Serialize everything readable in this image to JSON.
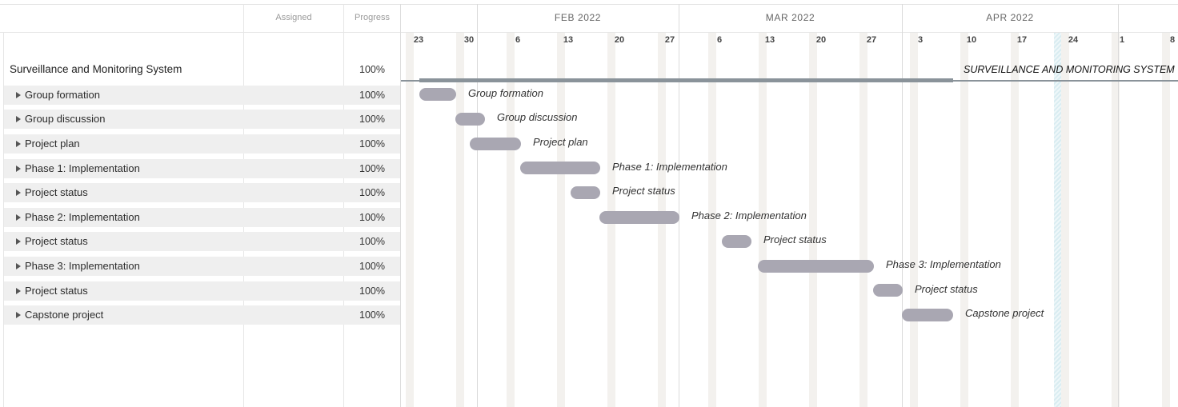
{
  "grid": {
    "columns": {
      "assigned": "Assigned",
      "progress": "Progress"
    },
    "project": {
      "name": "Surveillance and Monitoring System",
      "progress": "100%"
    },
    "tasks": [
      {
        "name": "Group formation",
        "progress": "100%"
      },
      {
        "name": "Group discussion",
        "progress": "100%"
      },
      {
        "name": "Project plan",
        "progress": "100%"
      },
      {
        "name": "Phase 1: Implementation",
        "progress": "100%"
      },
      {
        "name": "Project status",
        "progress": "100%"
      },
      {
        "name": "Phase 2: Implementation",
        "progress": "100%"
      },
      {
        "name": "Project status",
        "progress": "100%"
      },
      {
        "name": "Phase 3: Implementation",
        "progress": "100%"
      },
      {
        "name": "Project status",
        "progress": "100%"
      },
      {
        "name": "Capstone project",
        "progress": "100%"
      }
    ]
  },
  "timeline": {
    "months": [
      "FEB 2022",
      "MAR 2022",
      "APR 2022"
    ],
    "week_labels": [
      "23",
      "30",
      "6",
      "13",
      "20",
      "27",
      "6",
      "13",
      "20",
      "27",
      "3",
      "10",
      "17",
      "24",
      "1",
      "8"
    ],
    "summary_label": "Surveillance and Monitoring System",
    "colors": {
      "task_bar": "#a9a7b2",
      "summary_bar": "#8a939a",
      "weekend": "#f3f1ee"
    }
  }
}
